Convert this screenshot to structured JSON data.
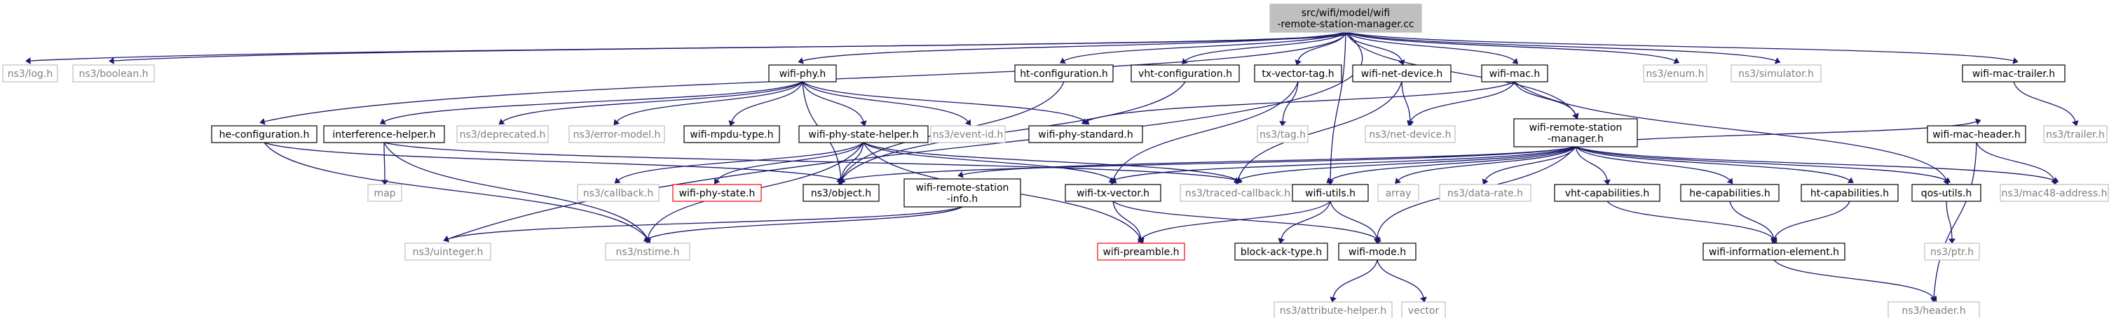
{
  "diagram": {
    "title": "src/wifi/model/wifi-remote-station-manager.cc include dependency graph",
    "root": "n0",
    "colors": {
      "edge": "#191970",
      "border_plain": "#000000",
      "border_ext": "#bfbfbf",
      "border_missing": "#ff0000",
      "fill_plain": "#ffffff",
      "fill_root": "#bfbfbf",
      "text_plain": "#000000",
      "text_ext": "#808080"
    },
    "nodes": [
      {
        "id": "n0",
        "lines": [
          "src/wifi/model/wifi",
          "-remote-station-manager.cc"
        ],
        "style": "root"
      },
      {
        "id": "n1",
        "lines": [
          "ns3/log.h"
        ],
        "style": "ext"
      },
      {
        "id": "n2",
        "lines": [
          "ns3/boolean.h"
        ],
        "style": "ext"
      },
      {
        "id": "n3",
        "lines": [
          "wifi-phy.h"
        ],
        "style": "plain"
      },
      {
        "id": "n4",
        "lines": [
          "ht-configuration.h"
        ],
        "style": "plain"
      },
      {
        "id": "n5",
        "lines": [
          "vht-configuration.h"
        ],
        "style": "plain"
      },
      {
        "id": "n6",
        "lines": [
          "tx-vector-tag.h"
        ],
        "style": "plain"
      },
      {
        "id": "n7",
        "lines": [
          "wifi-net-device.h"
        ],
        "style": "plain"
      },
      {
        "id": "n8",
        "lines": [
          "wifi-mac.h"
        ],
        "style": "plain"
      },
      {
        "id": "n9",
        "lines": [
          "ns3/enum.h"
        ],
        "style": "ext"
      },
      {
        "id": "n10",
        "lines": [
          "ns3/simulator.h"
        ],
        "style": "ext"
      },
      {
        "id": "n11",
        "lines": [
          "wifi-mac-trailer.h"
        ],
        "style": "plain"
      },
      {
        "id": "n12",
        "lines": [
          "he-configuration.h"
        ],
        "style": "plain"
      },
      {
        "id": "n13",
        "lines": [
          "interference-helper.h"
        ],
        "style": "plain"
      },
      {
        "id": "n14",
        "lines": [
          "ns3/deprecated.h"
        ],
        "style": "ext"
      },
      {
        "id": "n15",
        "lines": [
          "ns3/error-model.h"
        ],
        "style": "ext"
      },
      {
        "id": "n16",
        "lines": [
          "wifi-mpdu-type.h"
        ],
        "style": "plain"
      },
      {
        "id": "n17",
        "lines": [
          "wifi-phy-state-helper.h"
        ],
        "style": "plain"
      },
      {
        "id": "n18",
        "lines": [
          "ns3/event-id.h"
        ],
        "style": "ext"
      },
      {
        "id": "n19",
        "lines": [
          "wifi-phy-standard.h"
        ],
        "style": "plain"
      },
      {
        "id": "n20",
        "lines": [
          "ns3/tag.h"
        ],
        "style": "ext"
      },
      {
        "id": "n21",
        "lines": [
          "ns3/net-device.h"
        ],
        "style": "ext"
      },
      {
        "id": "n22",
        "lines": [
          "wifi-remote-station",
          "-manager.h"
        ],
        "style": "plain"
      },
      {
        "id": "n23",
        "lines": [
          "wifi-mac-header.h"
        ],
        "style": "plain"
      },
      {
        "id": "n24",
        "lines": [
          "ns3/trailer.h"
        ],
        "style": "ext"
      },
      {
        "id": "n25",
        "lines": [
          "map"
        ],
        "style": "ext"
      },
      {
        "id": "n26",
        "lines": [
          "ns3/callback.h"
        ],
        "style": "ext"
      },
      {
        "id": "n27",
        "lines": [
          "wifi-phy-state.h"
        ],
        "style": "missing"
      },
      {
        "id": "n28",
        "lines": [
          "ns3/object.h"
        ],
        "style": "plain"
      },
      {
        "id": "n29",
        "lines": [
          "wifi-remote-station",
          "-info.h"
        ],
        "style": "plain"
      },
      {
        "id": "n30",
        "lines": [
          "wifi-tx-vector.h"
        ],
        "style": "plain"
      },
      {
        "id": "n31",
        "lines": [
          "ns3/traced-callback.h"
        ],
        "style": "ext"
      },
      {
        "id": "n32",
        "lines": [
          "wifi-utils.h"
        ],
        "style": "plain"
      },
      {
        "id": "n33",
        "lines": [
          "array"
        ],
        "style": "ext"
      },
      {
        "id": "n34",
        "lines": [
          "ns3/data-rate.h"
        ],
        "style": "ext"
      },
      {
        "id": "n35",
        "lines": [
          "vht-capabilities.h"
        ],
        "style": "plain"
      },
      {
        "id": "n36",
        "lines": [
          "he-capabilities.h"
        ],
        "style": "plain"
      },
      {
        "id": "n37",
        "lines": [
          "ht-capabilities.h"
        ],
        "style": "plain"
      },
      {
        "id": "n38",
        "lines": [
          "qos-utils.h"
        ],
        "style": "plain"
      },
      {
        "id": "n39",
        "lines": [
          "ns3/mac48-address.h"
        ],
        "style": "ext"
      },
      {
        "id": "n40",
        "lines": [
          "ns3/uinteger.h"
        ],
        "style": "ext"
      },
      {
        "id": "n41",
        "lines": [
          "ns3/nstime.h"
        ],
        "style": "ext"
      },
      {
        "id": "n42",
        "lines": [
          "wifi-preamble.h"
        ],
        "style": "missing"
      },
      {
        "id": "n43",
        "lines": [
          "block-ack-type.h"
        ],
        "style": "plain"
      },
      {
        "id": "n44",
        "lines": [
          "wifi-mode.h"
        ],
        "style": "plain"
      },
      {
        "id": "n45",
        "lines": [
          "wifi-information-element.h"
        ],
        "style": "plain"
      },
      {
        "id": "n46",
        "lines": [
          "ns3/ptr.h"
        ],
        "style": "ext"
      },
      {
        "id": "n47",
        "lines": [
          "ns3/attribute-helper.h"
        ],
        "style": "ext"
      },
      {
        "id": "n48",
        "lines": [
          "vector"
        ],
        "style": "ext"
      },
      {
        "id": "n49",
        "lines": [
          "ns3/header.h"
        ],
        "style": "ext"
      }
    ],
    "edges": [
      [
        "n0",
        "n1"
      ],
      [
        "n0",
        "n2"
      ],
      [
        "n0",
        "n3"
      ],
      [
        "n0",
        "n4"
      ],
      [
        "n0",
        "n5"
      ],
      [
        "n0",
        "n6"
      ],
      [
        "n0",
        "n7"
      ],
      [
        "n0",
        "n8"
      ],
      [
        "n0",
        "n9"
      ],
      [
        "n0",
        "n10"
      ],
      [
        "n0",
        "n11"
      ],
      [
        "n0",
        "n12"
      ],
      [
        "n0",
        "n22"
      ],
      [
        "n0",
        "n32"
      ],
      [
        "n0",
        "n40"
      ],
      [
        "n3",
        "n13"
      ],
      [
        "n3",
        "n14"
      ],
      [
        "n3",
        "n15"
      ],
      [
        "n3",
        "n16"
      ],
      [
        "n3",
        "n17"
      ],
      [
        "n3",
        "n18"
      ],
      [
        "n3",
        "n19"
      ],
      [
        "n3",
        "n28"
      ],
      [
        "n4",
        "n28"
      ],
      [
        "n5",
        "n28"
      ],
      [
        "n6",
        "n20"
      ],
      [
        "n6",
        "n30"
      ],
      [
        "n7",
        "n21"
      ],
      [
        "n7",
        "n31"
      ],
      [
        "n8",
        "n19"
      ],
      [
        "n8",
        "n21"
      ],
      [
        "n8",
        "n22"
      ],
      [
        "n8",
        "n38"
      ],
      [
        "n11",
        "n24"
      ],
      [
        "n12",
        "n28"
      ],
      [
        "n12",
        "n41"
      ],
      [
        "n13",
        "n25"
      ],
      [
        "n13",
        "n41"
      ],
      [
        "n13",
        "n31"
      ],
      [
        "n17",
        "n26"
      ],
      [
        "n17",
        "n27"
      ],
      [
        "n17",
        "n28"
      ],
      [
        "n17",
        "n41"
      ],
      [
        "n17",
        "n30"
      ],
      [
        "n17",
        "n42"
      ],
      [
        "n17",
        "n31"
      ],
      [
        "n22",
        "n28"
      ],
      [
        "n22",
        "n29"
      ],
      [
        "n22",
        "n30"
      ],
      [
        "n22",
        "n31"
      ],
      [
        "n22",
        "n32"
      ],
      [
        "n22",
        "n33"
      ],
      [
        "n22",
        "n34"
      ],
      [
        "n22",
        "n35"
      ],
      [
        "n22",
        "n36"
      ],
      [
        "n22",
        "n37"
      ],
      [
        "n22",
        "n38"
      ],
      [
        "n22",
        "n39"
      ],
      [
        "n22",
        "n44"
      ],
      [
        "n22",
        "n23"
      ],
      [
        "n23",
        "n39"
      ],
      [
        "n23",
        "n49"
      ],
      [
        "n29",
        "n40"
      ],
      [
        "n29",
        "n41"
      ],
      [
        "n30",
        "n42"
      ],
      [
        "n30",
        "n44"
      ],
      [
        "n32",
        "n42"
      ],
      [
        "n32",
        "n43"
      ],
      [
        "n32",
        "n44"
      ],
      [
        "n35",
        "n45"
      ],
      [
        "n36",
        "n45"
      ],
      [
        "n37",
        "n45"
      ],
      [
        "n38",
        "n46"
      ],
      [
        "n44",
        "n47"
      ],
      [
        "n44",
        "n48"
      ],
      [
        "n45",
        "n49"
      ]
    ]
  }
}
